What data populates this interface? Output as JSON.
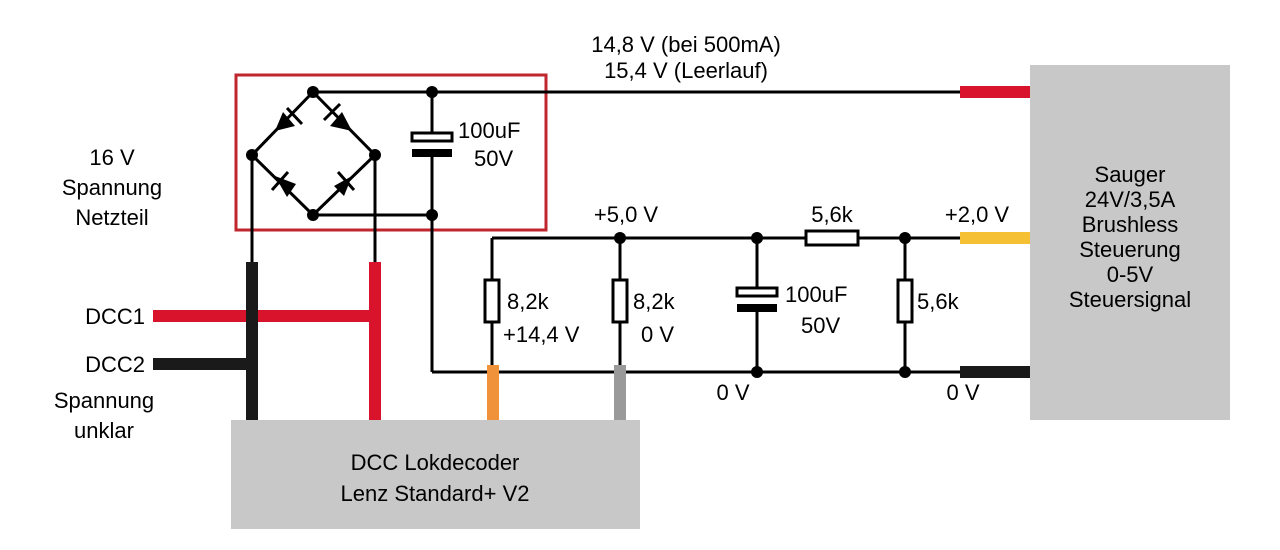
{
  "labels": {
    "voltage_load": "14,8 V (bei 500mA)",
    "voltage_idle": "15,4 V (Leerlauf)",
    "psu_line1": "16 V",
    "psu_line2": "Spannung",
    "psu_line3": "Netzteil",
    "dcc1": "DCC1",
    "dcc2": "DCC2",
    "unknown_line1": "Spannung",
    "unknown_line2": "unklar",
    "cap1_value": "100uF",
    "cap1_voltage": "50V",
    "v_plus5": "+5,0 V",
    "r_series": "5,6k",
    "v_plus2": "+2,0 V",
    "r1": "8,2k",
    "r1_voltage": "+14,4 V",
    "r2": "8,2k",
    "r2_voltage": "0 V",
    "cap2_value": "100uF",
    "cap2_voltage": "50V",
    "r_shunt": "5,6k",
    "gnd_mid": "0 V",
    "gnd_right": "0 V"
  },
  "decoder": {
    "line1": "DCC Lokdecoder",
    "line2": "Lenz Standard+ V2"
  },
  "sauger": {
    "line1": "Sauger",
    "line2": "24V/3,5A",
    "line3": "Brushless",
    "line4": "Steuerung",
    "line5": "0-5V",
    "line6": "Steuersignal"
  },
  "colors": {
    "red": "#d9132b",
    "black": "#1a1a1a",
    "orange": "#f0923a",
    "grey": "#999999",
    "yellow": "#f5c034",
    "box": "#c8c8c8",
    "frame": "#c0262e"
  }
}
